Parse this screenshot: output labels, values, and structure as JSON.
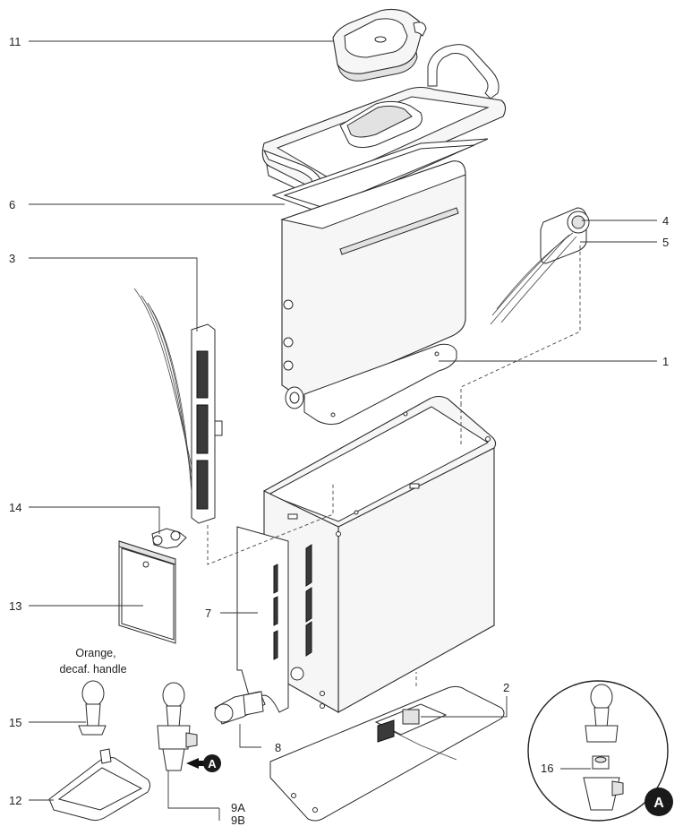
{
  "labels": {
    "p11": "11",
    "p6": "6",
    "p3": "3",
    "p4": "4",
    "p5": "5",
    "p1": "1",
    "p14": "14",
    "p13": "13",
    "p7": "7",
    "p15": "15",
    "p12": "12",
    "p2": "2",
    "p8": "8",
    "p9a": "9A",
    "p9b": "9B",
    "p16": "16"
  },
  "note": {
    "line1": "Orange,",
    "line2": "decaf. handle"
  },
  "detail": {
    "marker": "A",
    "callout": "A"
  }
}
